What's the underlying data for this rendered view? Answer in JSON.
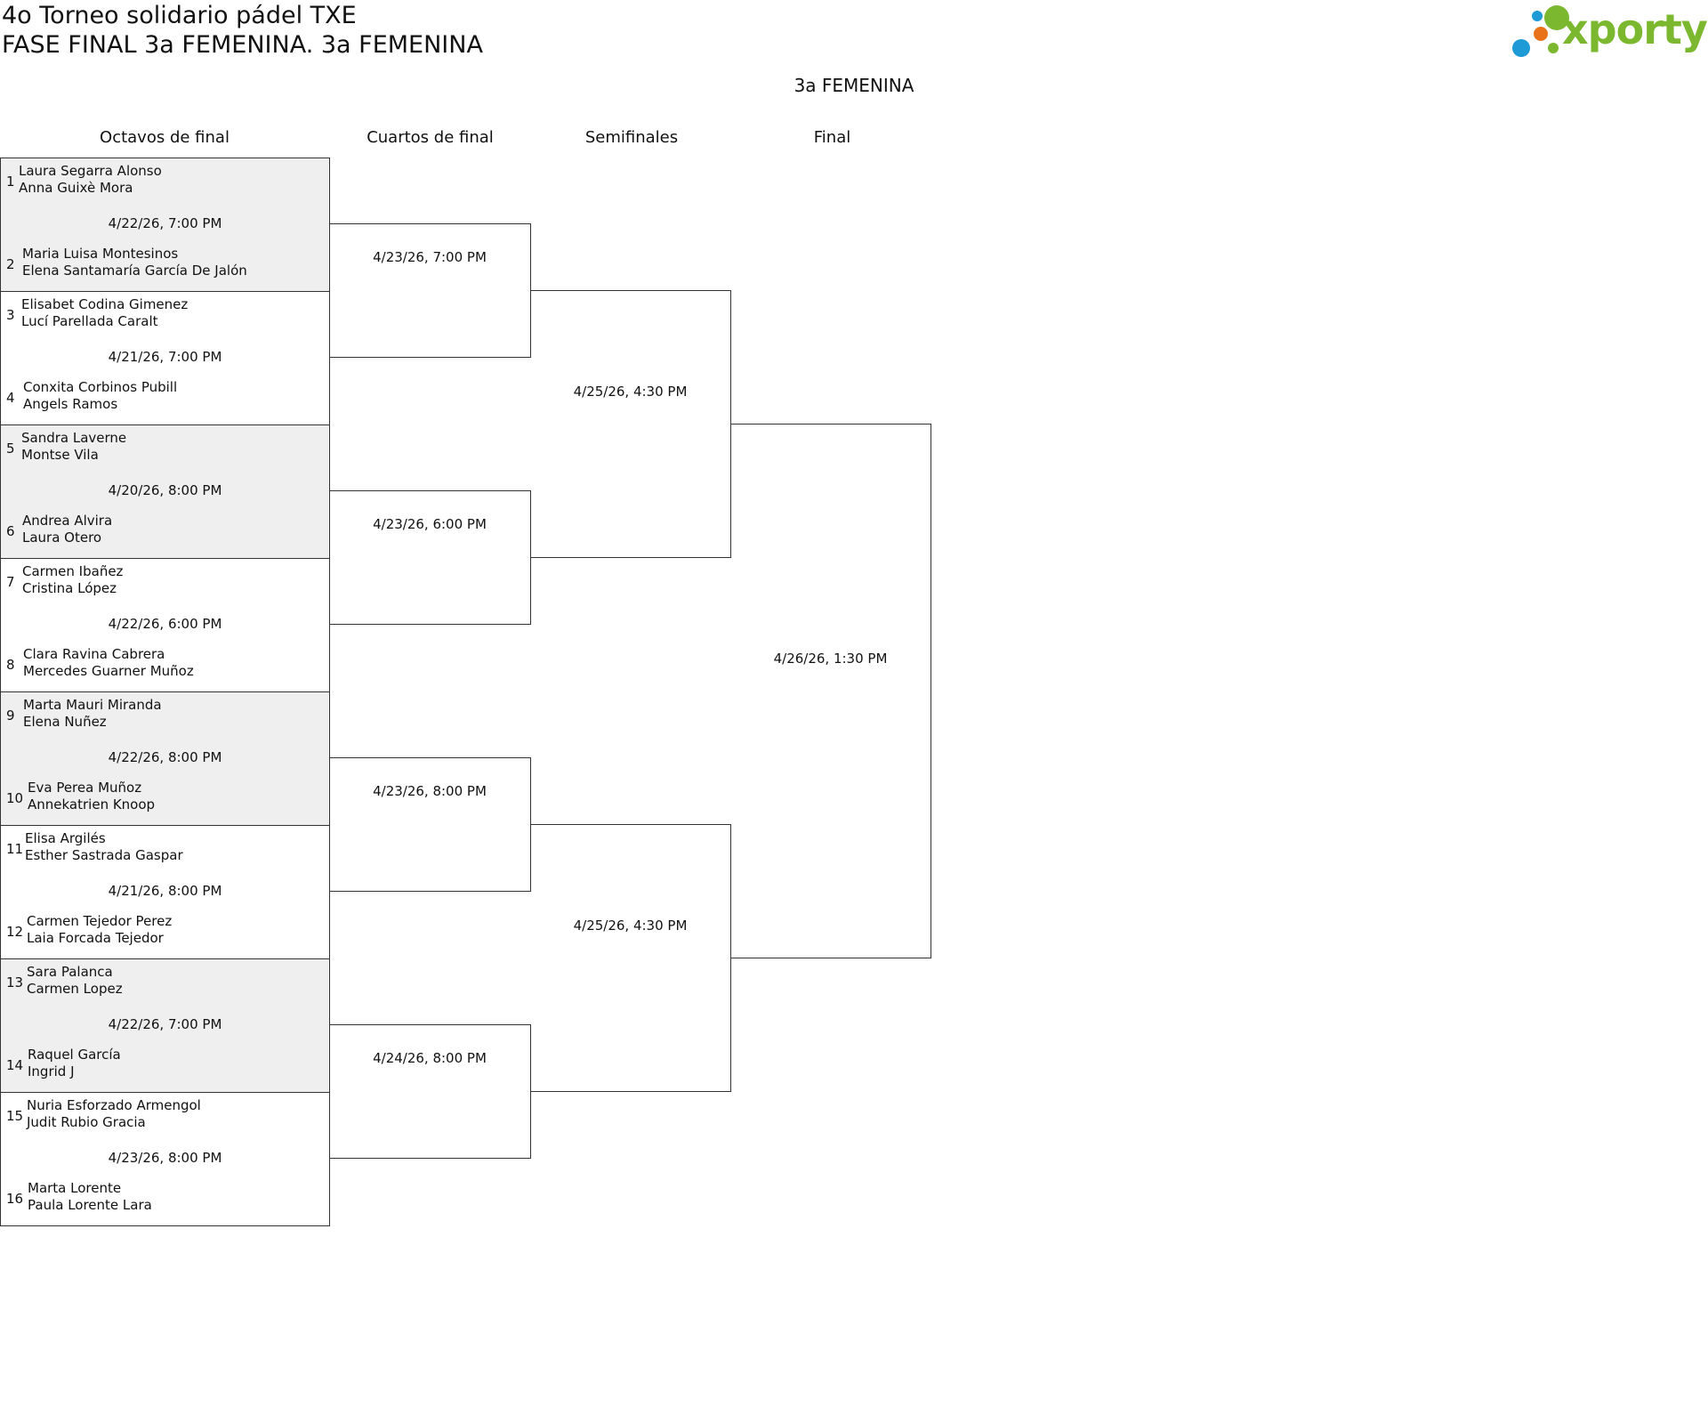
{
  "header": {
    "title": "4o Torneo solidario pádel TXE",
    "subtitle": "FASE FINAL 3a FEMENINA. 3a FEMENINA",
    "bracket_title": "3a FEMENINA",
    "logo_text": "xporty",
    "logo_colors": {
      "green": "#7cb82f",
      "blue": "#1e9ad6",
      "orange": "#e8731a"
    }
  },
  "rounds": [
    "Octavos de final",
    "Cuartos de final",
    "Semifinales",
    "Final"
  ],
  "round_of_16": [
    {
      "time": "4/22/26, 7:00 PM",
      "top": {
        "seed": "1",
        "p1": "Laura Segarra Alonso",
        "p2": "Anna Guixè Mora"
      },
      "bottom": {
        "seed": "2",
        "p1": "Maria Luisa Montesinos",
        "p2": "Elena Santamaría García De Jalón"
      }
    },
    {
      "time": "4/21/26, 7:00 PM",
      "top": {
        "seed": "3",
        "p1": "Elisabet Codina Gimenez",
        "p2": "Lucí Parellada Caralt"
      },
      "bottom": {
        "seed": "4",
        "p1": "Conxita Corbinos Pubill",
        "p2": "Angels Ramos"
      }
    },
    {
      "time": "4/20/26, 8:00 PM",
      "top": {
        "seed": "5",
        "p1": "Sandra Laverne",
        "p2": "Montse Vila"
      },
      "bottom": {
        "seed": "6",
        "p1": "Andrea Alvira",
        "p2": "Laura Otero"
      }
    },
    {
      "time": "4/22/26, 6:00 PM",
      "top": {
        "seed": "7",
        "p1": "Carmen Ibañez",
        "p2": "Cristina López"
      },
      "bottom": {
        "seed": "8",
        "p1": "Clara Ravina Cabrera",
        "p2": "Mercedes Guarner Muñoz"
      }
    },
    {
      "time": "4/22/26, 8:00 PM",
      "top": {
        "seed": "9",
        "p1": "Marta Mauri Miranda",
        "p2": "Elena Nuñez"
      },
      "bottom": {
        "seed": "10",
        "p1": "Eva Perea Muñoz",
        "p2": "Annekatrien Knoop"
      }
    },
    {
      "time": "4/21/26, 8:00 PM",
      "top": {
        "seed": "11",
        "p1": "Elisa Argilés",
        "p2": "Esther Sastrada Gaspar"
      },
      "bottom": {
        "seed": "12",
        "p1": "Carmen Tejedor Perez",
        "p2": "Laia Forcada Tejedor"
      }
    },
    {
      "time": "4/22/26, 7:00 PM",
      "top": {
        "seed": "13",
        "p1": "Sara Palanca",
        "p2": "Carmen Lopez"
      },
      "bottom": {
        "seed": "14",
        "p1": "Raquel García",
        "p2": "Ingrid J"
      }
    },
    {
      "time": "4/23/26, 8:00 PM",
      "top": {
        "seed": "15",
        "p1": "Nuria Esforzado Armengol",
        "p2": "Judit Rubio Gracia"
      },
      "bottom": {
        "seed": "16",
        "p1": "Marta Lorente",
        "p2": "Paula Lorente Lara"
      }
    }
  ],
  "quarterfinals": [
    {
      "time": "4/23/26, 7:00 PM"
    },
    {
      "time": "4/23/26, 6:00 PM"
    },
    {
      "time": "4/23/26, 8:00 PM"
    },
    {
      "time": "4/24/26, 8:00 PM"
    }
  ],
  "semifinals": [
    {
      "time": "4/25/26, 4:30 PM"
    },
    {
      "time": "4/25/26, 4:30 PM"
    }
  ],
  "final": {
    "time": "4/26/26, 1:30 PM"
  }
}
